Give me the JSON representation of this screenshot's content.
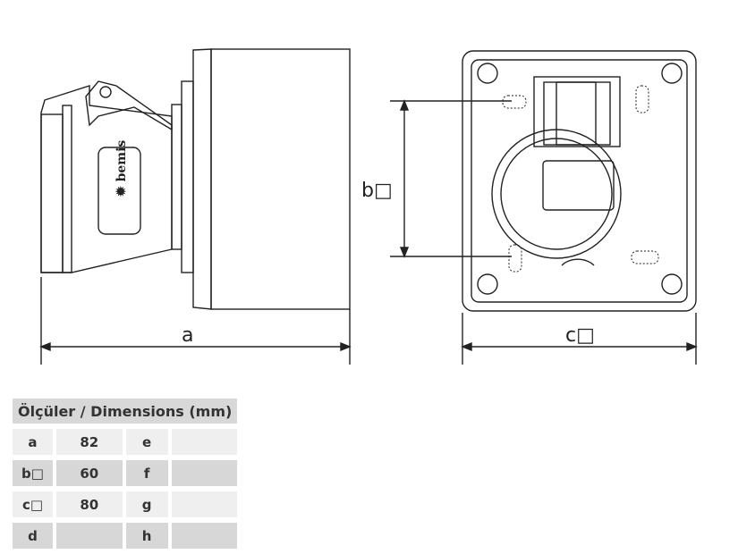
{
  "drawing": {
    "brand_logo": "bemis",
    "dim_a_label": "a",
    "dim_b_label": "b□",
    "dim_c_label": "c□"
  },
  "table": {
    "header": "Ölçüler / Dimensions (mm)",
    "rows": [
      {
        "k1": "a",
        "v1": "82",
        "k2": "e",
        "v2": ""
      },
      {
        "k1": "b□",
        "v1": "60",
        "k2": "f",
        "v2": ""
      },
      {
        "k1": "c□",
        "v1": "80",
        "k2": "g",
        "v2": ""
      },
      {
        "k1": "d",
        "v1": "",
        "k2": "h",
        "v2": ""
      }
    ]
  }
}
